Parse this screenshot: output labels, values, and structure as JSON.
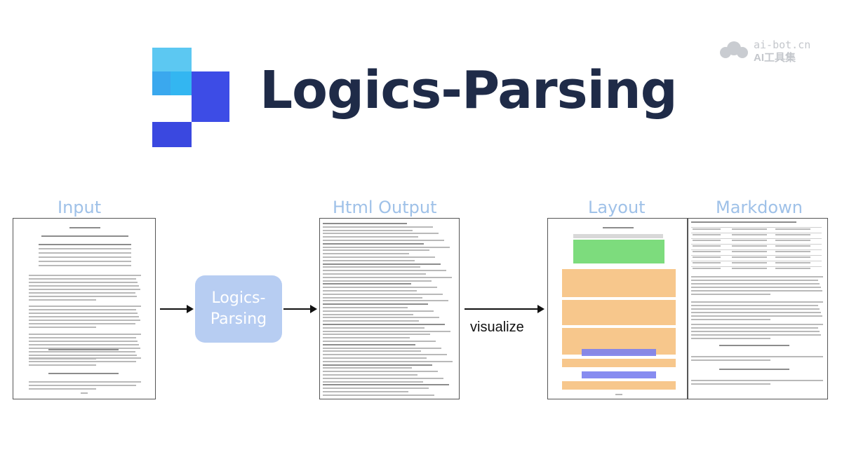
{
  "brand": {
    "title": "Logics-Parsing",
    "logo_icon": "logics-parsing-logo-icon",
    "colors": {
      "title": "#1f2b48",
      "logo_light": "#5cc8f2",
      "logo_dark": "#3d4ce6",
      "label": "#9fc1e8",
      "node": "#b7cdf2"
    }
  },
  "watermark": {
    "line1": "ai-bot.cn",
    "line2": "AI工具集",
    "icon": "cloud-logo-icon"
  },
  "sections": {
    "input": "Input",
    "html_output": "Html Output",
    "layout": "Layout",
    "markdown": "Markdown"
  },
  "process": {
    "node_line1": "Logics-",
    "node_line2": "Parsing",
    "edge_label": "visualize"
  }
}
